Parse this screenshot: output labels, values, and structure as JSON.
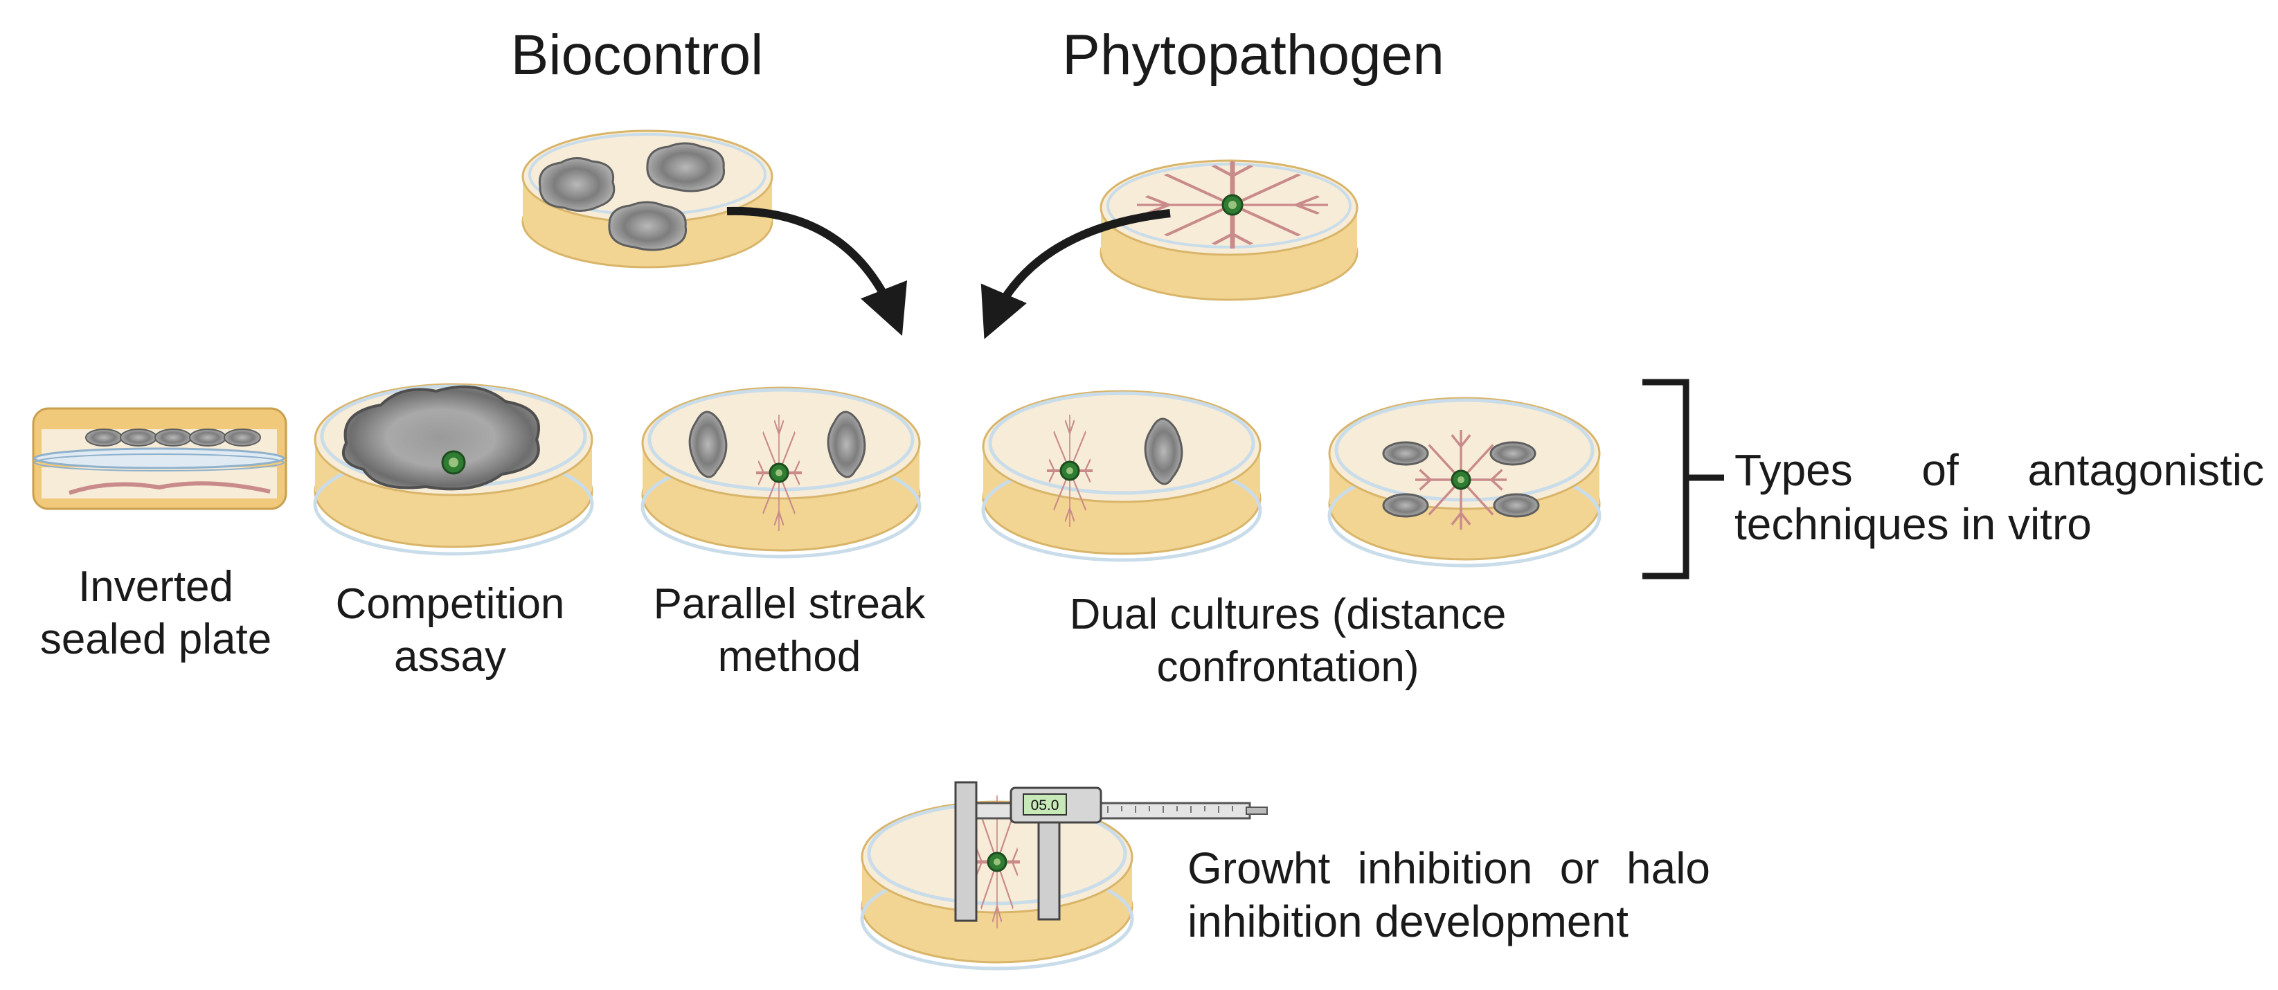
{
  "headings": {
    "biocontrol": "Biocontrol",
    "phytopathogen": "Phytopathogen"
  },
  "techniques": {
    "inverted_line1": "Inverted",
    "inverted_line2": "sealed plate",
    "competition_line1": "Competition",
    "competition_line2": "assay",
    "parallel_line1": "Parallel streak",
    "parallel_line2": "method",
    "dual_line1": "Dual cultures (distance",
    "dual_line2": "confrontation)"
  },
  "bracket_label": {
    "line1": "Types of antagonistic",
    "line2": "techniques in vitro"
  },
  "measurement": {
    "caliper_readout": "05.0",
    "line1": "Growht inhibition or halo",
    "line2": "inhibition development"
  },
  "colors": {
    "agar": "#f7ecd8",
    "rim": "#f0c97a",
    "glass": "#c9dcea",
    "fungus_gray": "#8e8e8e",
    "pathogen_pink": "#c98a8a",
    "inoculum_green": "#2f7d32",
    "arrow": "#1b1b1b"
  }
}
